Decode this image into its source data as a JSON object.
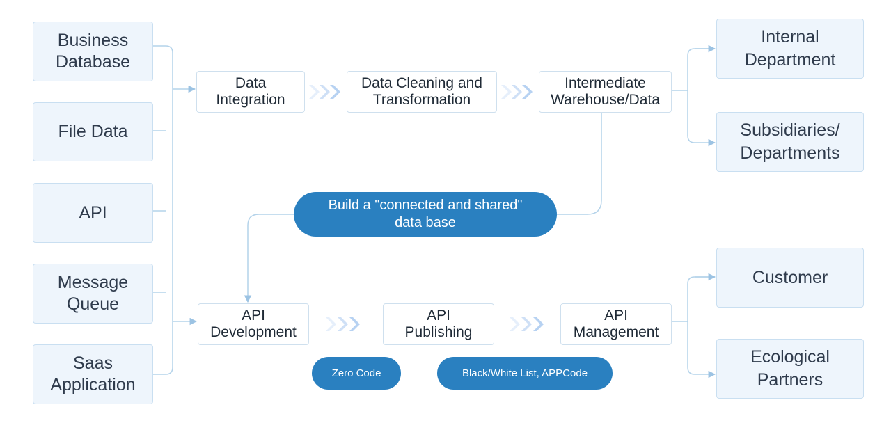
{
  "sources": [
    "Business\nDatabase",
    "File Data",
    "API",
    "Message\nQueue",
    "Saas\nApplication"
  ],
  "pipeline_top": [
    "Data\nIntegration",
    "Data Cleaning and\nTransformation",
    "Intermediate\nWarehouse/Data"
  ],
  "pipeline_bottom": [
    "API\nDevelopment",
    "API\nPublishing",
    "API\nManagement"
  ],
  "targets_top": [
    "Internal\nDepartment",
    "Subsidiaries/\nDepartments"
  ],
  "targets_bottom": [
    "Customer",
    "Ecological\nPartners"
  ],
  "center_label": "Build a \"connected and shared\"\ndata base",
  "feature_tags": [
    "Zero Code",
    "Black/White List, APPCode"
  ],
  "colors": {
    "accent": "#2a80c0",
    "box_fill": "#eef5fc",
    "box_border": "#c9dff1",
    "connector": "#b4d3ea",
    "chevron": "#b7d2f2"
  }
}
